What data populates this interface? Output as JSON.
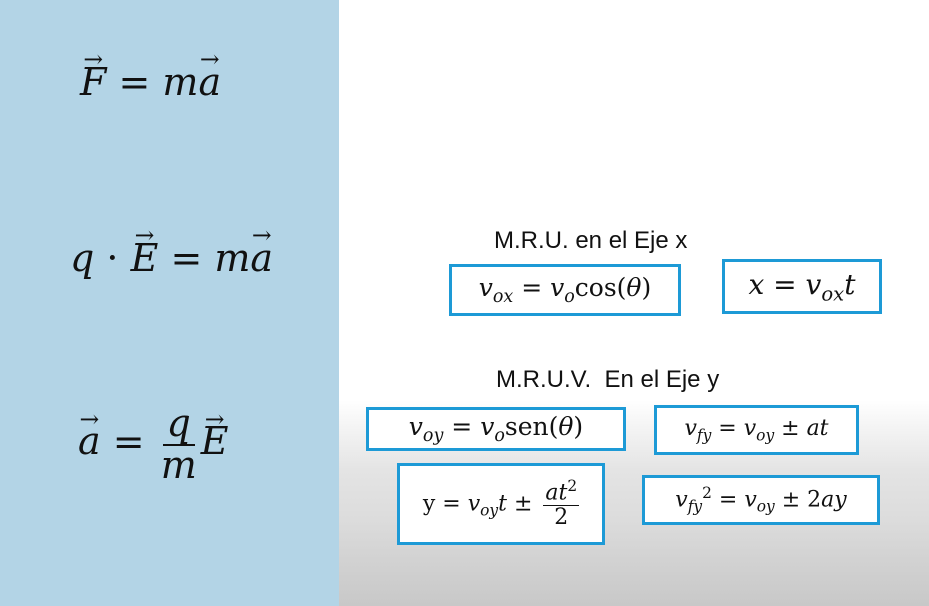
{
  "left_equations": {
    "newton": "F = ma",
    "electric_force": "q · E = ma",
    "acceleration": "a = (q/m) E"
  },
  "mru": {
    "heading": "M.R.U. en el Eje x",
    "eq1": "v_ox = v_o cos(θ)",
    "eq2": "x = v_ox t"
  },
  "mruv": {
    "heading": "M.R.U.V.  En el Eje y",
    "eq1": "v_oy = v_o sen(θ)",
    "eq2": "v_fy = v_oy ± at",
    "eq3": "y = v_oy t ± at²/2",
    "eq4": "v_fy² = v_oy ± 2ay"
  },
  "colors": {
    "left_panel_bg": "#b3d4e6",
    "box_border": "#1d9ad6"
  }
}
